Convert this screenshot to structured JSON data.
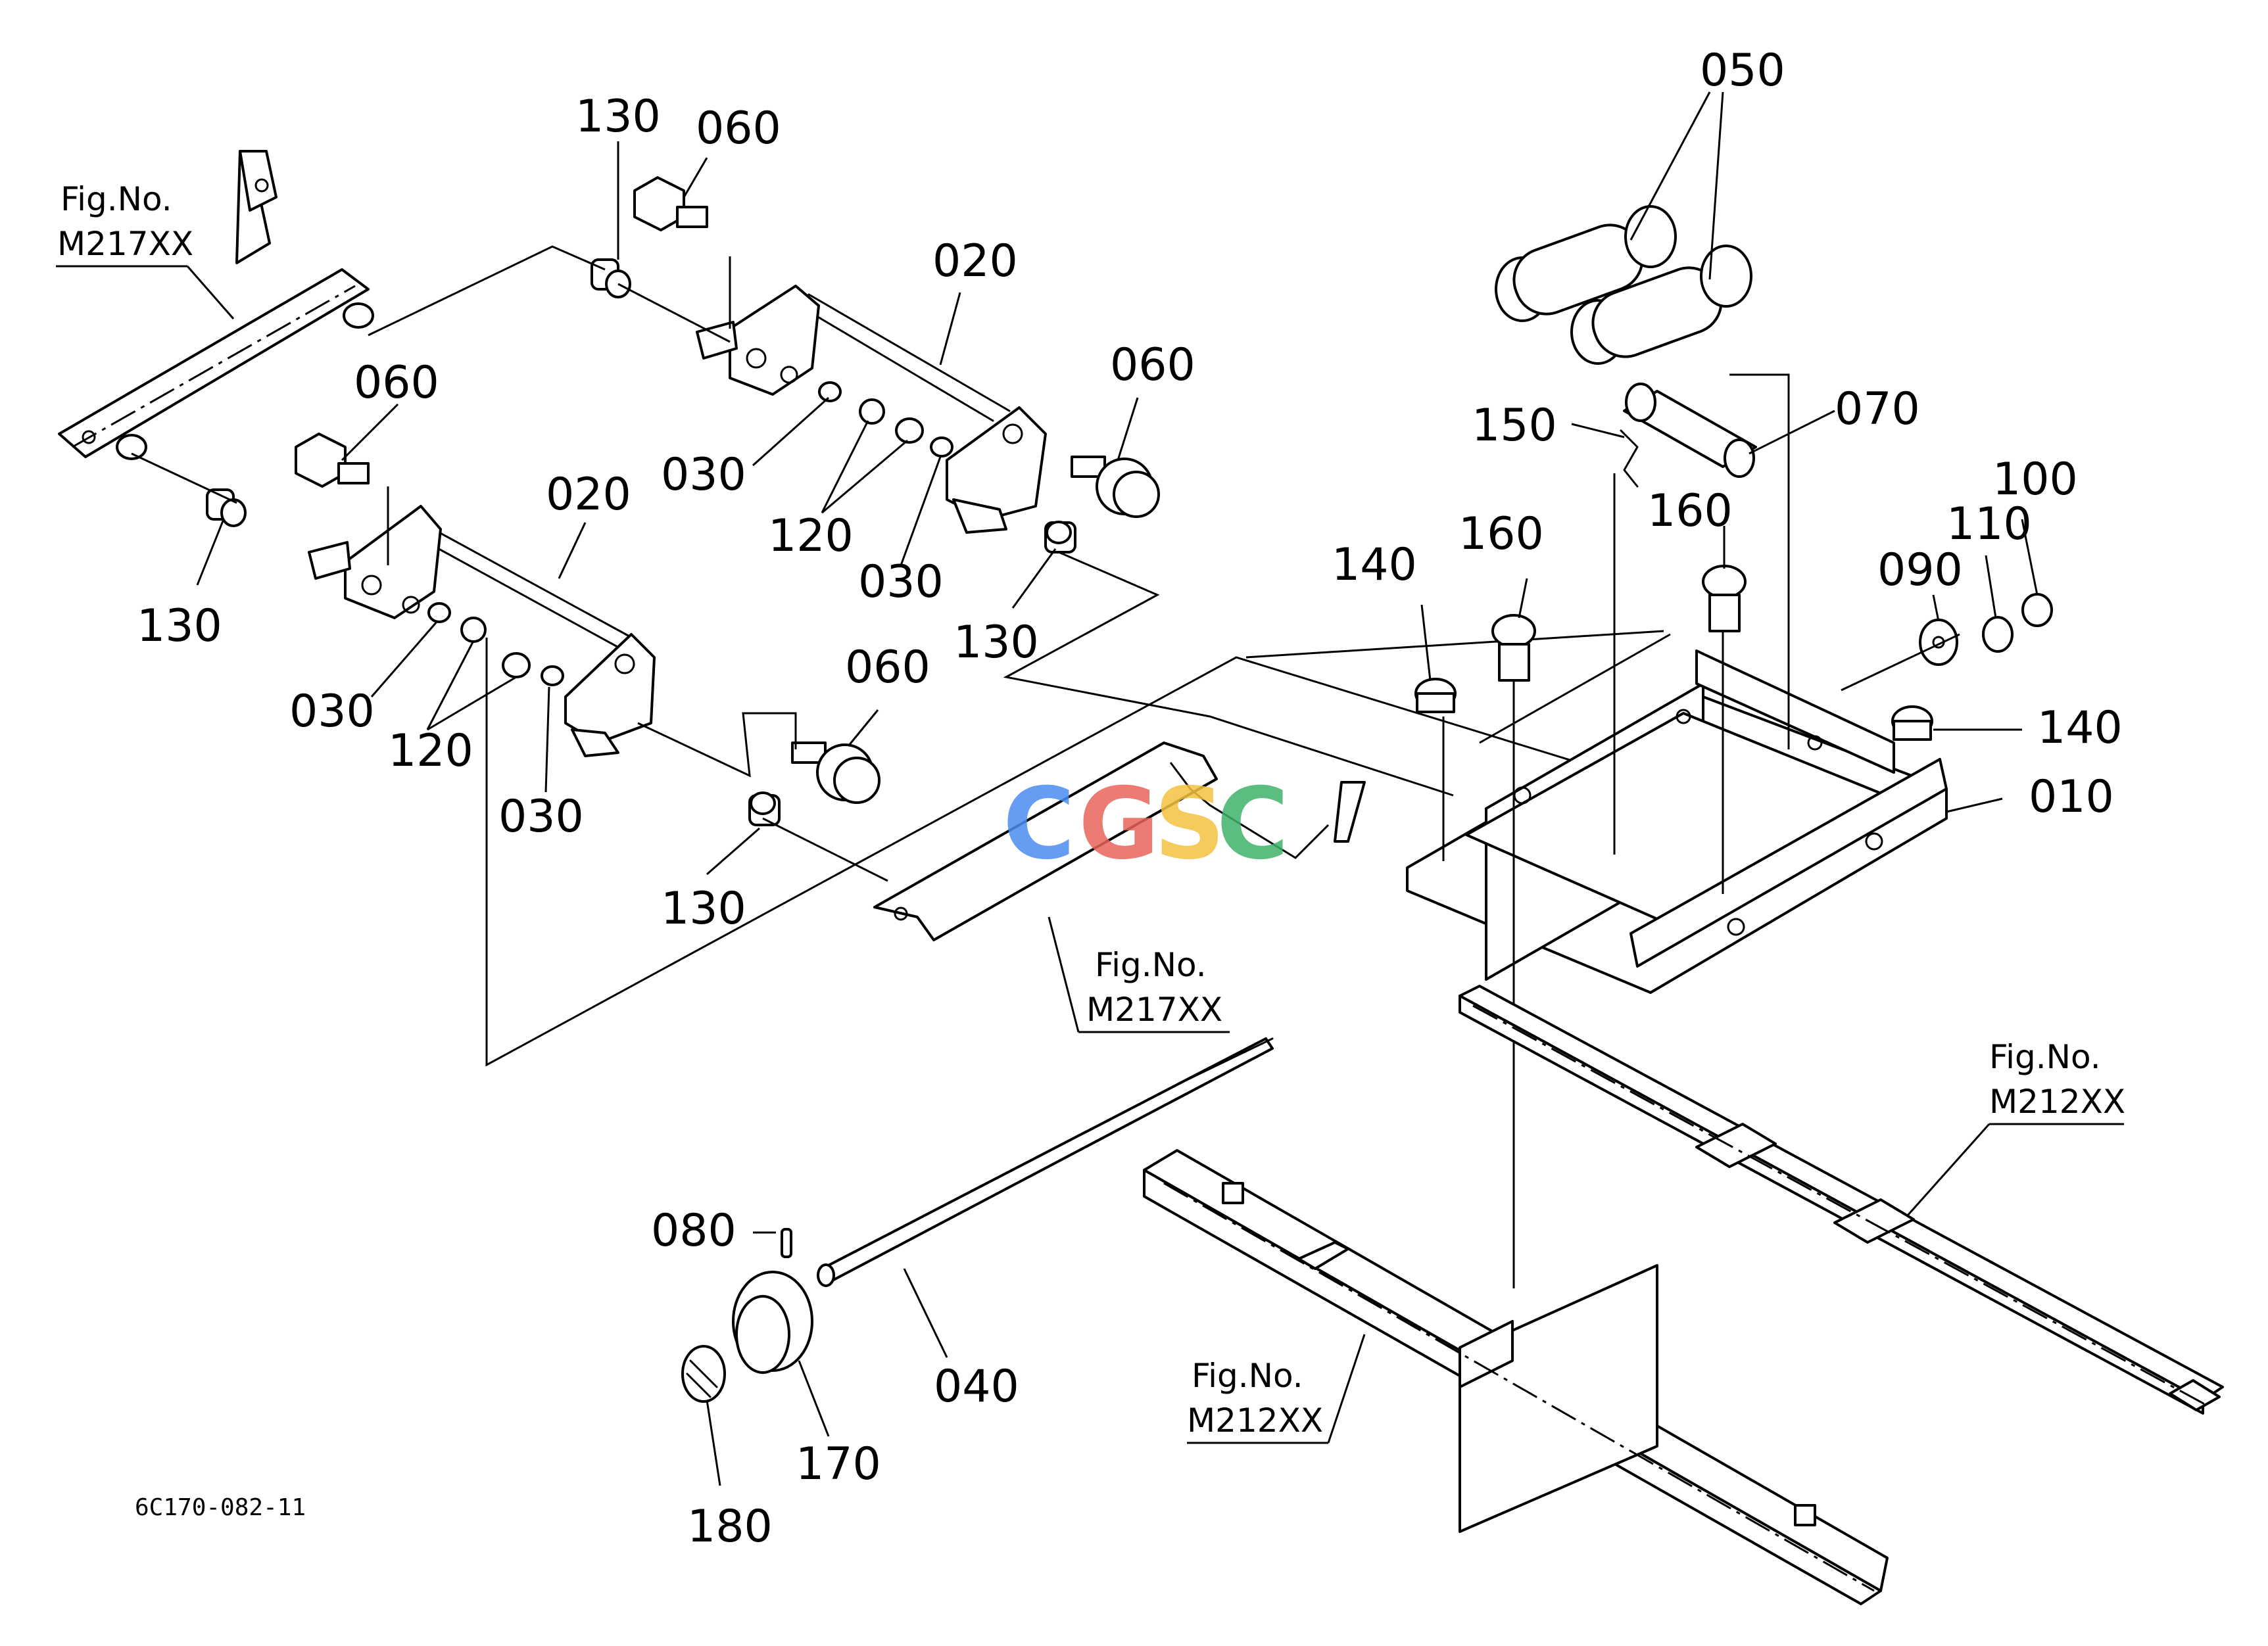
{
  "labels": {
    "c010": "010",
    "c020a": "020",
    "c020b": "020",
    "c030a": "030",
    "c030b": "030",
    "c030c": "030",
    "c030d": "030",
    "c040": "040",
    "c050": "050",
    "c060a": "060",
    "c060b": "060",
    "c060c": "060",
    "c060d": "060",
    "c070": "070",
    "c080": "080",
    "c090": "090",
    "c100": "100",
    "c110": "110",
    "c120a": "120",
    "c120b": "120",
    "c130a": "130",
    "c130b": "130",
    "c130c": "130",
    "c130d": "130",
    "c140a": "140",
    "c140b": "140",
    "c150": "150",
    "c160a": "160",
    "c160b": "160",
    "c170": "170",
    "c180": "180"
  },
  "figure_refs": {
    "ref1_title": "Fig.No.",
    "ref1_code": "M217XX",
    "ref2_title": "Fig.No.",
    "ref2_code": "M217XX",
    "ref3_title": "Fig.No.",
    "ref3_code": "M212XX",
    "ref4_title": "Fig.No.",
    "ref4_code": "M212XX"
  },
  "drawing_code": "6C170-082-11",
  "watermark": {
    "letters": [
      "C",
      "G",
      "S",
      "C"
    ],
    "colors": [
      "#4a8df0",
      "#e8655b",
      "#f5c342",
      "#3fb36b"
    ]
  }
}
